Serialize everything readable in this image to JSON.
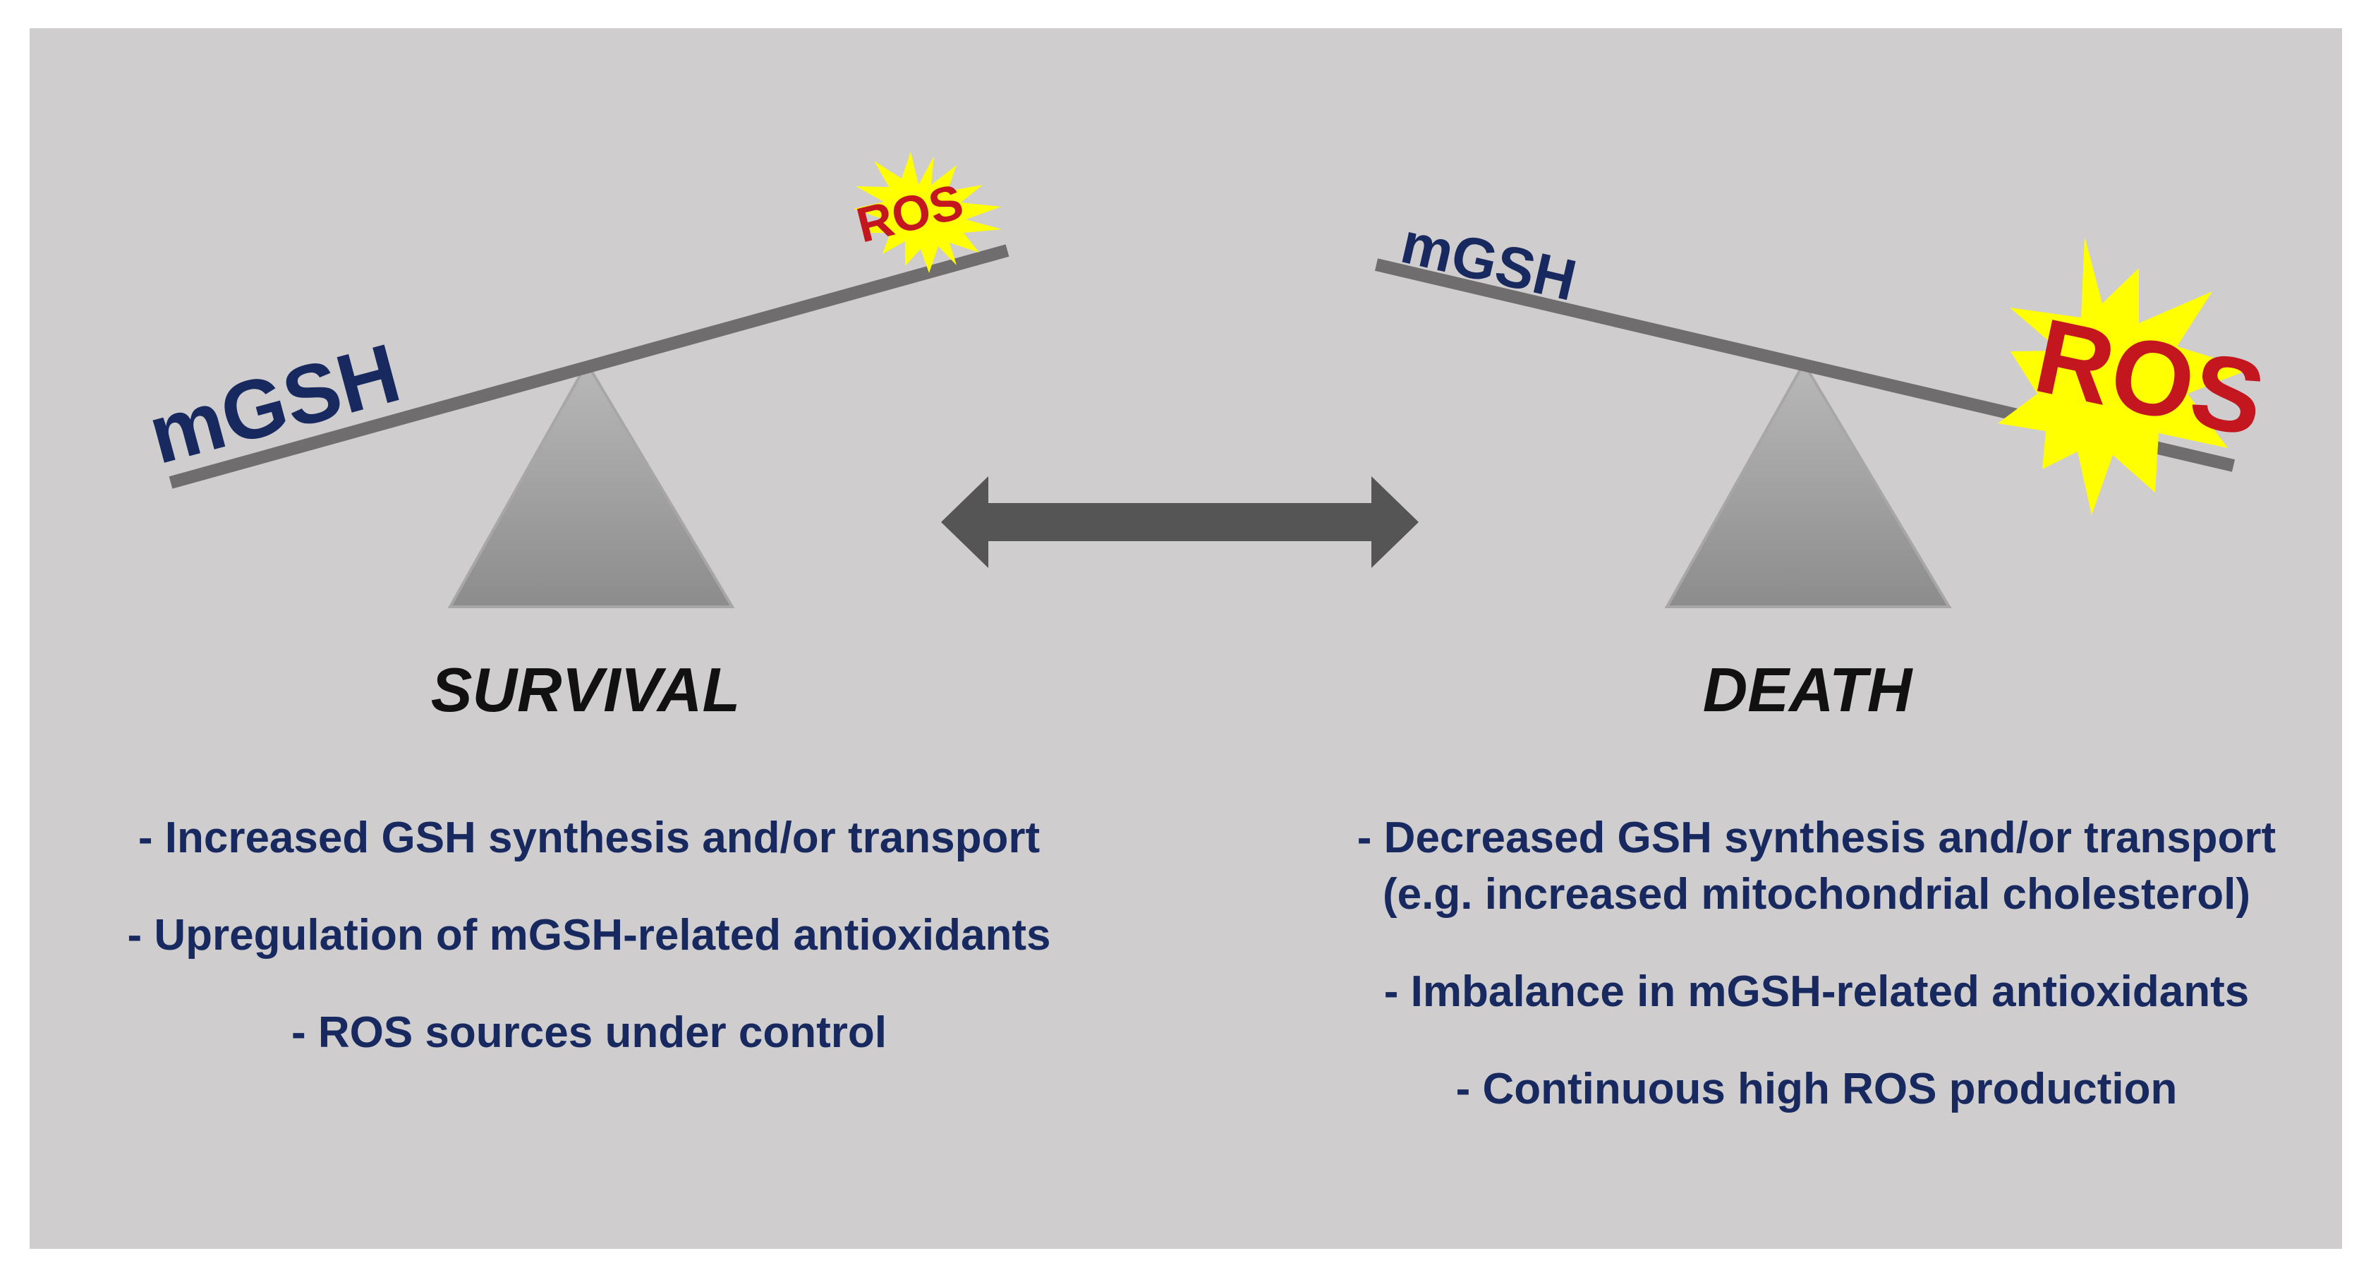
{
  "survival": {
    "heading": "SURVIVAL",
    "low_label": "mGSH",
    "high_label": "ROS",
    "bullets": [
      "- Increased GSH synthesis and/or transport",
      "- Upregulation of mGSH-related antioxidants",
      "- ROS sources under control"
    ]
  },
  "death": {
    "heading": "DEATH",
    "high_label": "mGSH",
    "low_label": "ROS",
    "bullets": [
      "- Decreased GSH synthesis and/or transport",
      "(e.g. increased mitochondrial cholesterol)",
      "- Imbalance in mGSH-related antioxidants",
      "- Continuous high ROS production"
    ]
  },
  "colors": {
    "background": "#cfcdce",
    "text": "#17295f",
    "ros_text": "#c3161f",
    "burst": "#ffff00",
    "beam": "#6f6d6e",
    "arrow": "#555555"
  }
}
